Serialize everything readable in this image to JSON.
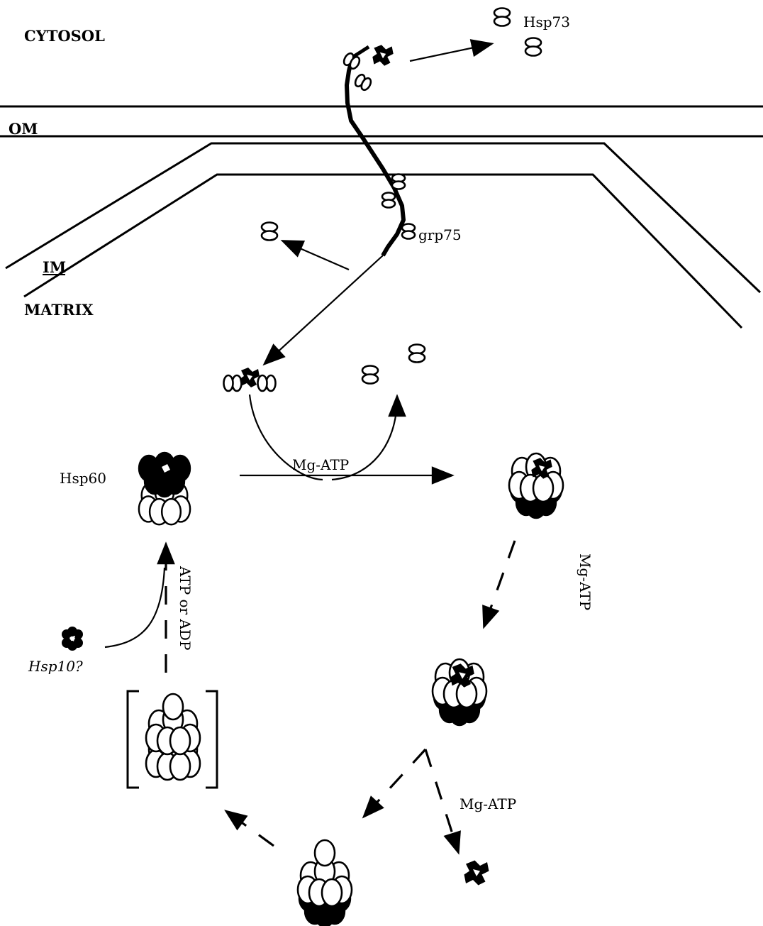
{
  "regions": {
    "cytosol": "CYTOSOL",
    "om": "OM",
    "im": "IM",
    "matrix": "MATRIX"
  },
  "labels": {
    "hsp73": "Hsp73",
    "grp75": "grp75",
    "hsp60": "Hsp60",
    "hsp10": "Hsp10?",
    "mgatp_1": "Mg-ATP",
    "mgatp_2": "Mg-ATP",
    "mgatp_3": "Mg-ATP",
    "atp_or_adp": "ATP or ADP"
  }
}
